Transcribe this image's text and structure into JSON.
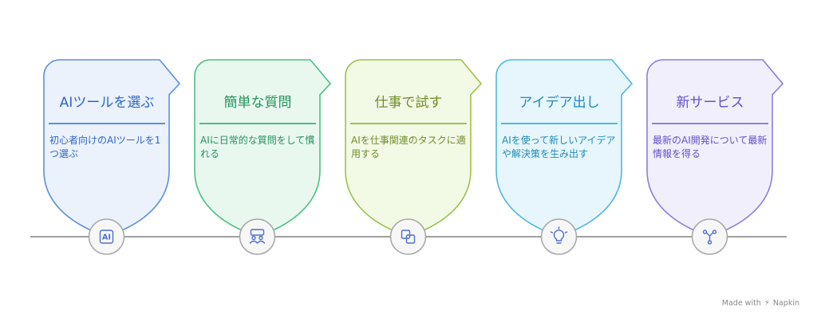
{
  "steps": [
    {
      "title": "AIツールを選ぶ",
      "description": "初心者向けのAIツールを1つ選ぶ",
      "icon": "ai-chip-icon",
      "stroke": "#5b8fe0",
      "fill": "#ebf2fc",
      "text_color": "#2f66c4"
    },
    {
      "title": "簡単な質問",
      "description": "AIに日常的な質問をして慣れる",
      "icon": "people-chat-icon",
      "stroke": "#4ac081",
      "fill": "#e8f8ef",
      "text_color": "#26925a"
    },
    {
      "title": "仕事で試す",
      "description": "AIを仕事関連のタスクに適用する",
      "icon": "overlap-squares-icon",
      "stroke": "#9ac34a",
      "fill": "#f2f9e5",
      "text_color": "#6f8f2c"
    },
    {
      "title": "アイデア出し",
      "description": "AIを使って新しいアイデアや解決策を生み出す",
      "icon": "lightbulb-icon",
      "stroke": "#4fb8e0",
      "fill": "#e6f6fc",
      "text_color": "#1f8bb8"
    },
    {
      "title": "新サービス",
      "description": "最新のAI開発について最新情報を得る",
      "icon": "network-nodes-icon",
      "stroke": "#8e7de0",
      "fill": "#f1effc",
      "text_color": "#6450c8"
    }
  ],
  "footer": {
    "made_with": "Made with",
    "brand": "Napkin",
    "brand_icon": "napkin-bolt-icon"
  },
  "colors": {
    "timeline": "#a0a0a0",
    "node_stroke": "#a8a8a8",
    "node_fill": "#f7f7f7",
    "node_icon": "#4a6fd6"
  }
}
